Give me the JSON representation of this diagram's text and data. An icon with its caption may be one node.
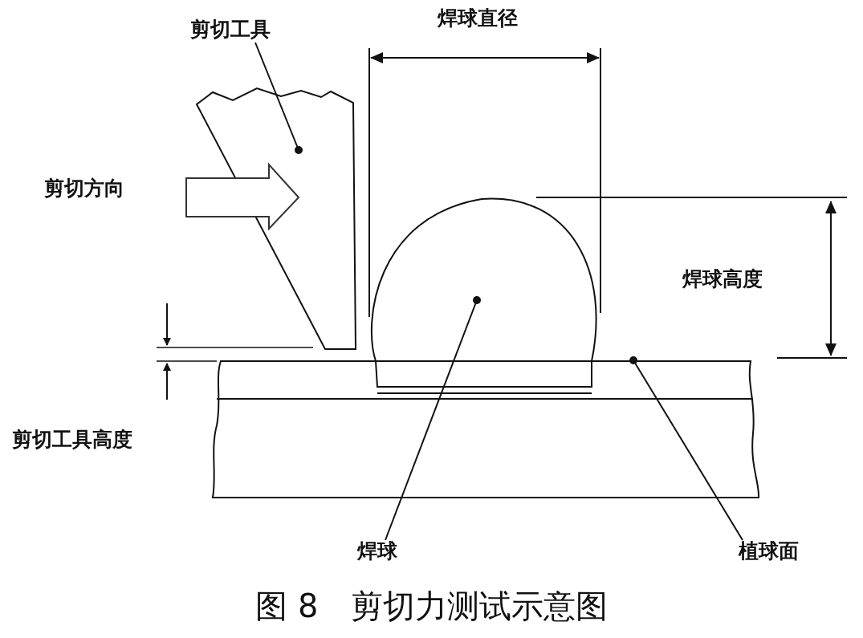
{
  "diagram": {
    "caption": "图 8　剪切力测试示意图",
    "nodes": [
      {
        "text": [
          "剪切工具"
        ]
      },
      {
        "text": [],
        "shape": "picture"
      },
      {
        "text": [
          "焊球"
        ]
      },
      {
        "text": [],
        "shape": "picture"
      },
      {
        "text": [
          "植球面"
        ]
      },
      {
        "text": [],
        "shape": "picture"
      }
    ],
    "edges": [
      {
        "from": 0,
        "to": 1,
        "arrow": "other"
      },
      {
        "from": 2,
        "to": 3,
        "arrow": "other"
      },
      {
        "from": 4,
        "to": 5,
        "arrow": "other"
      }
    ],
    "labels": [
      "焊球直径",
      "剪切方向",
      "焊球高度",
      "剪切工具高度"
    ]
  }
}
